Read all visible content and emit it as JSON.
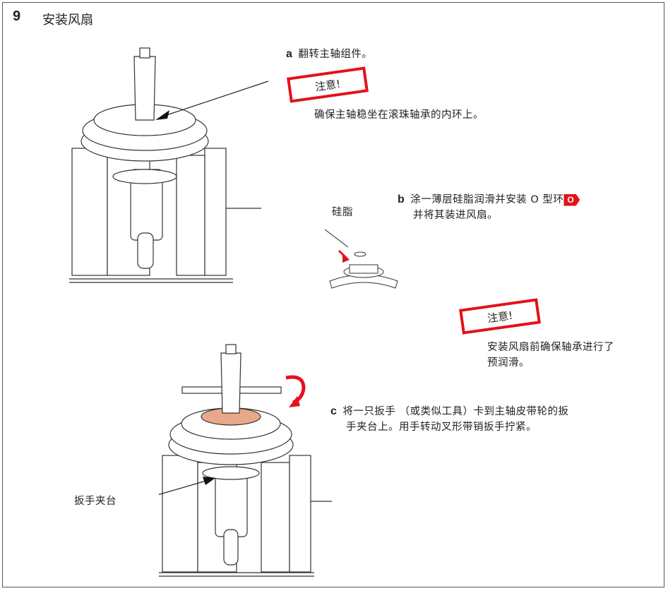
{
  "step": {
    "number": "9",
    "title": "安装风扇"
  },
  "step_a": {
    "label": "a",
    "text": "翻转主轴组件。",
    "caution_title": "注意!",
    "caution_text": "确保主轴稳坐在滚珠轴承的内环上。"
  },
  "step_b": {
    "label": "b",
    "text_line1": "涂一薄层硅脂润滑并安装 O 型环",
    "badge": "O",
    "text_line2": "并将其装进风扇。",
    "callout": "硅脂",
    "caution_title": "注意!",
    "caution_text_line1": "安装风扇前确保轴承进行了",
    "caution_text_line2": "预润滑。"
  },
  "step_c": {
    "label": "c",
    "text_line1": "将一只扳手 （或类似工具）卡到主轴皮带轮的扳",
    "text_line2": "手夹台上。用手转动叉形带销扳手拧紧。",
    "callout": "扳手夹台"
  },
  "colors": {
    "accent": "#e3121b",
    "ring": "#e9a889"
  }
}
